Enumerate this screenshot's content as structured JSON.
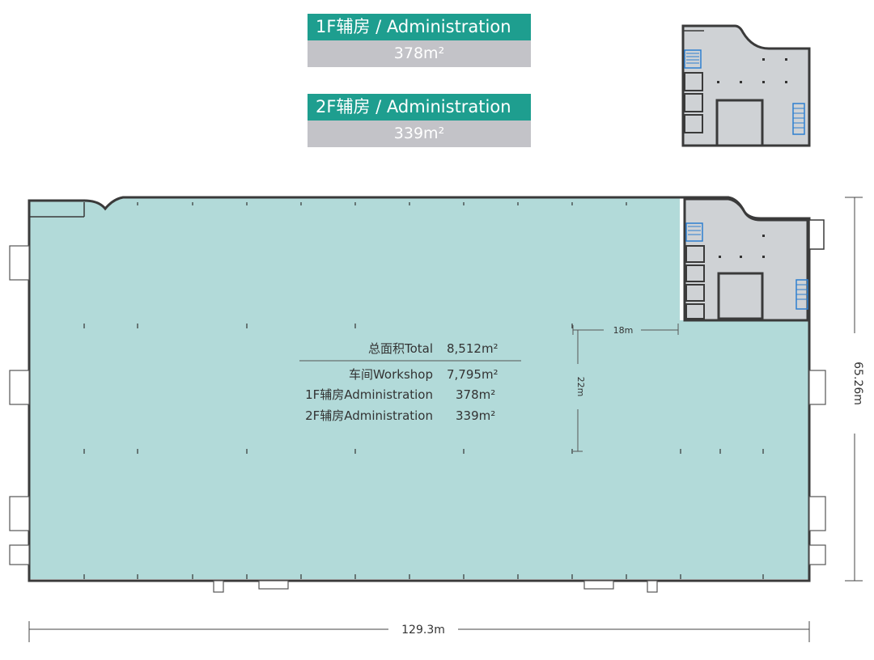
{
  "labels": {
    "first_floor": {
      "title": "1F辅房 / Administration",
      "area": "378m²"
    },
    "second_floor": {
      "title": "2F辅房 / Administration",
      "area": "339m²"
    }
  },
  "summary": {
    "rows": [
      {
        "name": "总面积Total",
        "value": "8,512m²"
      },
      {
        "name": "车间Workshop",
        "value": "7,795m²"
      },
      {
        "name": "1F辅房Administration",
        "value": "378m²"
      },
      {
        "name": "2F辅房Administration",
        "value": "339m²"
      }
    ]
  },
  "dimensions": {
    "width": "129.3m",
    "height": "65.26m",
    "inner_width": "18m",
    "inner_height": "22m"
  },
  "colors": {
    "accent": "#1e9e8f",
    "subbar": "#c3c3c8",
    "workshop_fill": "#b2dad9",
    "office_fill": "#cfd2d5",
    "wall": "#3a3a3a",
    "stair": "#2e7fd0"
  }
}
